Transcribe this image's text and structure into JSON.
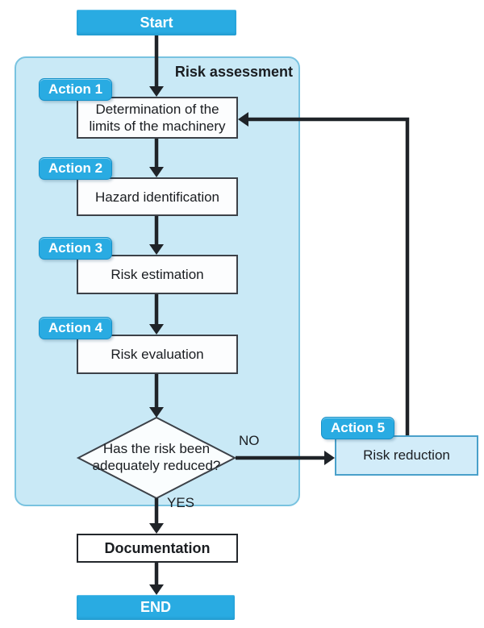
{
  "colors": {
    "accent_blue": "#29abe2",
    "container_fill": "#c9e9f6",
    "container_border": "#79c3e0",
    "box_border": "#3c4148",
    "arrow": "#1f2328",
    "reduction_fill": "#d2ecf9",
    "reduction_border": "#4aa0ca"
  },
  "flow": {
    "start_label": "Start",
    "section_label": "Risk assessment",
    "steps": [
      {
        "badge": "Action 1",
        "label": "Determination of the\nlimits of the machinery"
      },
      {
        "badge": "Action 2",
        "label": "Hazard identification"
      },
      {
        "badge": "Action 3",
        "label": "Risk estimation"
      },
      {
        "badge": "Action 4",
        "label": "Risk evaluation"
      }
    ],
    "decision": {
      "label": "Has the risk been\nadequately reduced?",
      "no_label": "NO",
      "yes_label": "YES"
    },
    "reduction": {
      "badge": "Action 5",
      "label": "Risk reduction"
    },
    "documentation_label": "Documentation",
    "end_label": "END"
  }
}
